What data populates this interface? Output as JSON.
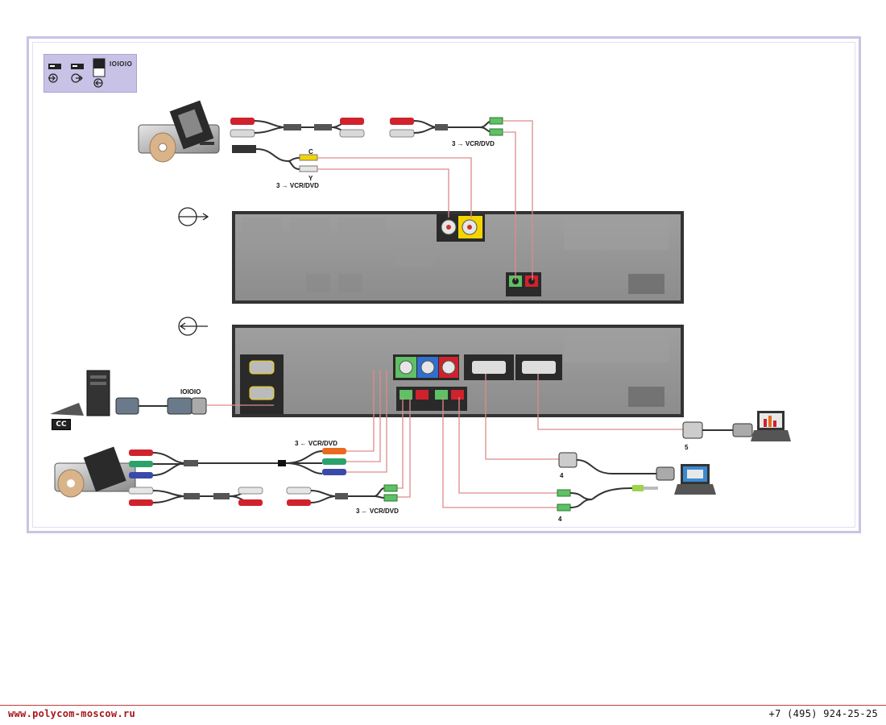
{
  "legend": {
    "serial_text": "IOIOIO"
  },
  "labels": {
    "c": "C",
    "y": "Y",
    "svideo_in": "3 → VCR/DVD",
    "audio_out_top": "3 → VCR/DVD",
    "component_in": "3 ← VCR/DVD",
    "audio_in_bottom": "3 ← VCR/DVD",
    "serial": "IOIOIO",
    "vga_in_5": "5",
    "vga_in_4": "4",
    "audio_in_4": "4",
    "cc": "CC"
  },
  "footer": {
    "site": "www.polycom-moscow.ru",
    "phone": "+7 (495) 924-25-25"
  },
  "colors": {
    "frame": "#c9c3e6",
    "legend_bg": "#c7c2e6",
    "wire": "#e08a8a",
    "footer_red": "#a5161a"
  }
}
